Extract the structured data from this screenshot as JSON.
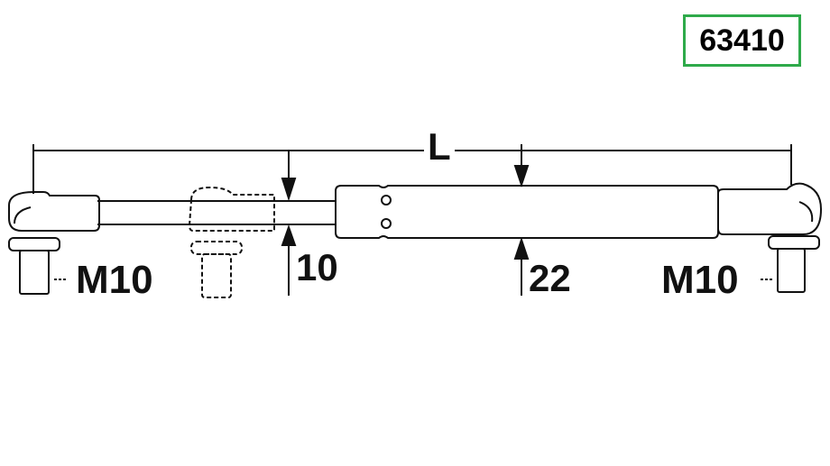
{
  "part_number": "63410",
  "colors": {
    "badge_border": "#2eaa4a",
    "line": "#111111"
  },
  "dimensions": {
    "length_label": "L",
    "rod_diameter": "10",
    "tube_diameter": "22",
    "left_thread": "M10",
    "right_thread": "M10"
  }
}
